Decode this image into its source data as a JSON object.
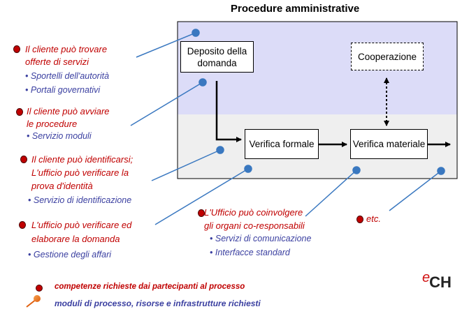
{
  "title": "Procedure amministrative",
  "boxes": {
    "deposito": "Deposito della domanda",
    "cooperazione": "Cooperazione",
    "verifica_formale": "Verifica formale",
    "verifica_materiale": "Verifica materiale"
  },
  "notes": [
    {
      "text_lines": [
        "Il cliente può trovare",
        "offerte di servizi"
      ],
      "subs": [
        "Sportelli dell'autorità",
        "Portali governativi"
      ]
    },
    {
      "text_lines": [
        "Il cliente può avviare",
        "le procedure"
      ],
      "subs": [
        "Servizio moduli"
      ]
    },
    {
      "text_lines": [
        "Il cliente può identificarsi;",
        "L'ufficio può verificare la",
        "prova d'identità"
      ],
      "subs": [
        "Servizio di identificazione"
      ]
    },
    {
      "text_lines": [
        "L'ufficio può verificare ed",
        "elaborare la domanda"
      ],
      "subs": [
        "Gestione degli affari"
      ]
    },
    {
      "text_lines": [
        "L'Ufficio può coinvolgere",
        "gli organi co-responsabili"
      ],
      "subs": [
        "Servizi di comunicazione",
        "Interfacce standard"
      ]
    },
    {
      "text_lines": [
        "etc."
      ],
      "subs": []
    }
  ],
  "legend": {
    "red": "competenze richieste dai partecipanti al processo",
    "blue": "moduli di processo, risorse e infrastrutture richiesti"
  },
  "logo": {
    "e": "e",
    "rest": "CH"
  },
  "colors": {
    "red": "#c00000",
    "blue": "#3a3fa0",
    "panel_top": "#dcdcf8",
    "panel_bottom": "#efefef",
    "connector": "#3a78c0"
  }
}
